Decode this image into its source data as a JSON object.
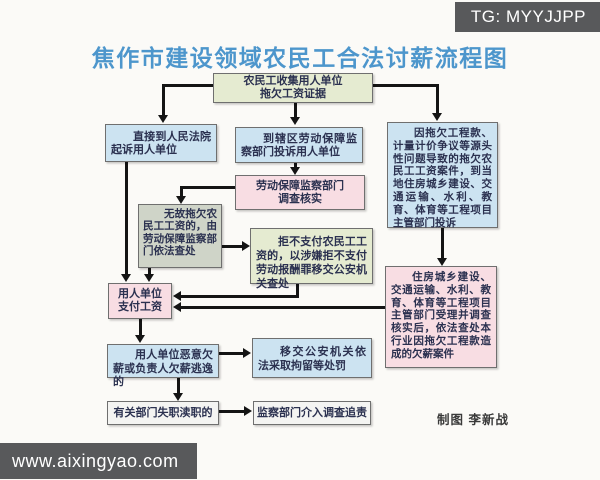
{
  "overlays": {
    "top_right": "TG: MYYJJPP",
    "bottom_left": "www.aixingyao.com"
  },
  "title": "焦作市建设领域农民工合法讨薪流程图",
  "credit": "制图  李新战",
  "colors": {
    "title_blue": "#4d96cc",
    "box_blue": "#cce3f1",
    "box_pink": "#f8dde3",
    "box_yellow_green": "#e5ebd1",
    "box_gray_green": "#cfd4c8",
    "box_white": "#f4f4f2",
    "connector": "#141414",
    "watermark_bg": "#58595b"
  },
  "flowchart": {
    "boxes": {
      "collect": "农民工收集用人单位\n拖欠工资证据",
      "court": "直接到人民法院起诉用人单位",
      "inspect_complaint": "到辖区劳动保障监察部门投诉用人单位",
      "project_complaint": "因拖欠工程款、计量计价争议等源头性问题导致的拖欠农民工工资案件，到当地住房城乡建设、交通运输、水利、教育、体育等工程项目主管部门投诉",
      "verify": "劳动保障监察部门\n调查核实",
      "unpaid": "无故拖欠农民工工资的，由劳动保障监察部门依法查处",
      "refuse": "拒不支付农民工工资的，以涉嫌拒不支付劳动报酬罪移交公安机关查处",
      "handle": "住房城乡建设、交通运输、水利、教育、体育等工程项目主管部门受理并调查核实后，依法查处本行业因拖欠工程款造成的欠薪案件",
      "pay": "用人单位\n支付工资",
      "malicious": "用人单位恶意欠薪或负责人欠薪逃逸的",
      "police": "移交公安机关依法采取拘留等处罚",
      "dereliction": "有关部门失职渎职的",
      "supervise": "监察部门介入调查追责"
    },
    "edges": [
      {
        "from": "collect",
        "to": "court"
      },
      {
        "from": "collect",
        "to": "inspect_complaint"
      },
      {
        "from": "collect",
        "to": "project_complaint"
      },
      {
        "from": "inspect_complaint",
        "to": "verify"
      },
      {
        "from": "verify",
        "to": "unpaid"
      },
      {
        "from": "unpaid",
        "to": "refuse"
      },
      {
        "from": "unpaid",
        "to": "pay"
      },
      {
        "from": "court",
        "to": "pay"
      },
      {
        "from": "refuse",
        "to": "pay"
      },
      {
        "from": "project_complaint",
        "to": "handle"
      },
      {
        "from": "handle",
        "to": "pay"
      },
      {
        "from": "pay",
        "to": "malicious"
      },
      {
        "from": "malicious",
        "to": "police"
      },
      {
        "from": "malicious",
        "to": "dereliction"
      },
      {
        "from": "dereliction",
        "to": "supervise"
      }
    ]
  }
}
